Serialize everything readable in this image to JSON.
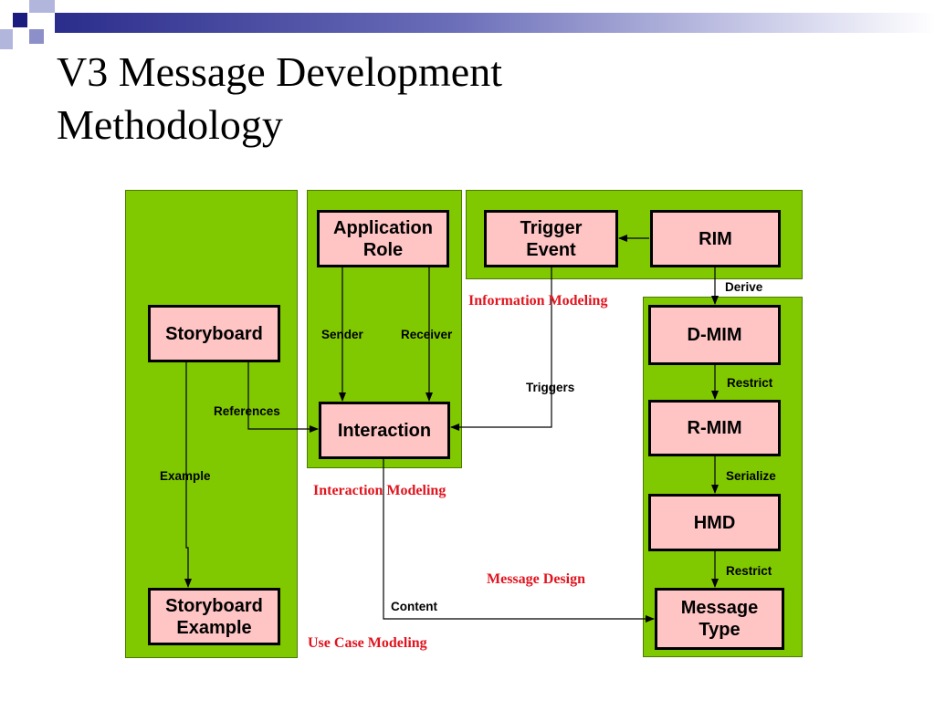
{
  "slide": {
    "title": "V3 Message Development\nMethodology"
  },
  "diagram": {
    "nodes": {
      "storyboard": "Storyboard",
      "storyboard_example": "Storyboard\nExample",
      "application_role": "Application\nRole",
      "interaction": "Interaction",
      "trigger_event": "Trigger\nEvent",
      "rim": "RIM",
      "d_mim": "D-MIM",
      "r_mim": "R-MIM",
      "hmd": "HMD",
      "message_type": "Message\nType"
    },
    "edge_labels": {
      "references": "References",
      "example": "Example",
      "sender": "Sender",
      "receiver": "Receiver",
      "triggers": "Triggers",
      "derive": "Derive",
      "restrict1": "Restrict",
      "serialize": "Serialize",
      "restrict2": "Restrict",
      "content": "Content"
    },
    "zone_labels": {
      "information_modeling": "Information Modeling",
      "interaction_modeling": "Interaction Modeling",
      "message_design": "Message Design",
      "use_case_modeling": "Use Case Modeling"
    },
    "colors": {
      "zone": "#80c800",
      "node": "#ffc4c4",
      "zone_label": "#e0141e"
    }
  }
}
